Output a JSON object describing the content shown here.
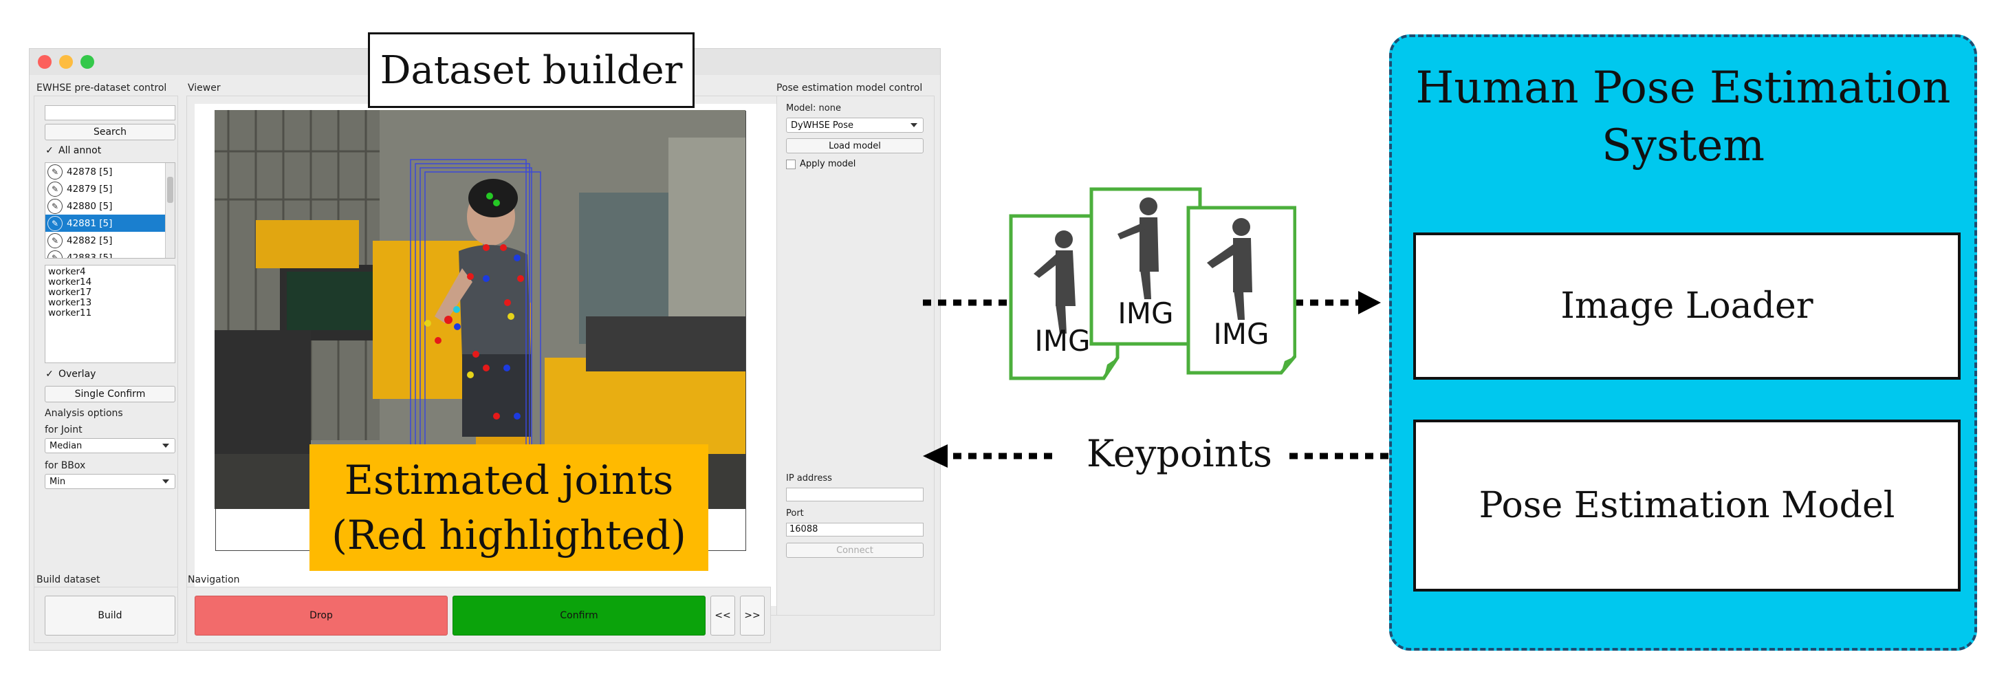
{
  "dataset_builder_label": "Dataset builder",
  "window": {
    "traffic_light_colors": [
      "#fc605c",
      "#fdbc40",
      "#34c84a"
    ],
    "left_panel": {
      "section_title": "EWHSE pre-dataset control",
      "search_value": "",
      "search_button": "Search",
      "all_annot_label": "All annot",
      "all_annot_checked": "✓",
      "list_items": [
        "42878 [5]",
        "42879 [5]",
        "42880 [5]",
        "42881 [5]",
        "42882 [5]",
        "42883 [5]"
      ],
      "selected_index": 3,
      "workers": [
        "worker4",
        "worker14",
        "worker17",
        "worker13",
        "worker11"
      ],
      "overlay_label": "Overlay",
      "overlay_checked": "✓",
      "single_confirm_button": "Single Confirm",
      "analysis_options_label": "Analysis options",
      "for_joint_label": "for Joint",
      "for_joint_value": "Median",
      "for_bbox_label": "for BBox",
      "for_bbox_value": "Min"
    },
    "viewer": {
      "title": "Viewer"
    },
    "right_panel": {
      "section_title": "Pose estimation model control",
      "model_status": "Model: none",
      "model_select": "DyWHSE Pose",
      "load_model_button": "Load model",
      "apply_model_label": "Apply model",
      "ip_address_label": "IP address",
      "ip_address_value": "",
      "port_label": "Port",
      "port_value": "16088",
      "connect_button": "Connect"
    },
    "build_dataset": {
      "title": "Build dataset",
      "build_button": "Build"
    },
    "navigation": {
      "title": "Navigation",
      "drop_button": "Drop",
      "confirm_button": "Confirm",
      "prev_button": "<<",
      "next_button": ">>"
    }
  },
  "estimated_joints_line1": "Estimated joints",
  "estimated_joints_line2": "(Red highlighted)",
  "img_labels": [
    "IMG",
    "IMG",
    "IMG"
  ],
  "keypoints_label": "Keypoints",
  "system": {
    "title_line1": "Human Pose Estimation",
    "title_line2": "System",
    "modules": [
      "Image Loader",
      "Pose Estimation Model"
    ]
  },
  "colors": {
    "drop": "#f26b6b",
    "confirm": "#0ba30b",
    "selected_row": "#1a7fcf",
    "estimated_joints_box": "#ffba00",
    "system_box": "#00c8ee",
    "system_border": "#1e4e72",
    "img_card_border": "#4caf3c"
  }
}
